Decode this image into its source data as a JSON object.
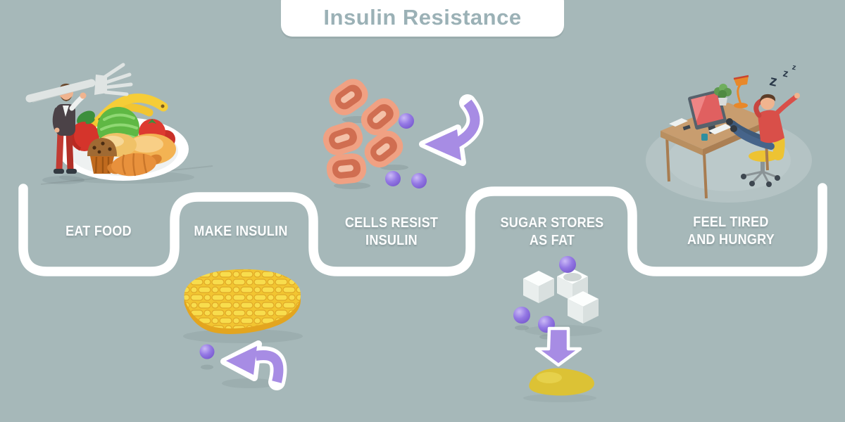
{
  "title": "Insulin Resistance",
  "steps": [
    {
      "name": "eat-food",
      "line1": "EAT FOOD",
      "line2": ""
    },
    {
      "name": "make-insulin",
      "line1": "MAKE INSULIN",
      "line2": ""
    },
    {
      "name": "cells-resist-insulin",
      "line1": "CELLS RESIST",
      "line2": "INSULIN"
    },
    {
      "name": "sugar-stores-as-fat",
      "line1": "SUGAR STORES",
      "line2": "AS FAT"
    },
    {
      "name": "feel-tired-and-hungry",
      "line1": "FEEL TIRED",
      "line2": "AND HUNGRY"
    }
  ],
  "sleep": {
    "z": "z"
  },
  "icons": {
    "eating-man-illustration": "man holding a giant fork beside a plate piled with food",
    "blood-cells-illustration": "red blood cells resisting purple insulin molecules, curved arrow",
    "pancreas-illustration": "pancreas releasing an insulin molecule, curved arrow",
    "sugar-to-fat-illustration": "sugar cubes and insulin molecules turning into a fat blob, down arrow",
    "tired-man-illustration": "tired man sleeping with feet on office desk, zzz"
  },
  "colors": {
    "bg": "#a6b8b9",
    "panel": "#ffffff",
    "title-text": "#9bb1b6",
    "label-text": "#fdfefe",
    "flow-line": "#ffffff",
    "purple": "#a78ce4",
    "sphere-purple": "#8b6fe0",
    "cell-outer": "#f0a183",
    "cell-inner": "#d06e51",
    "pancreas-yellow": "#f2c531",
    "fat-yellow": "#dcc235",
    "sleep-text": "#2b3a4a"
  }
}
